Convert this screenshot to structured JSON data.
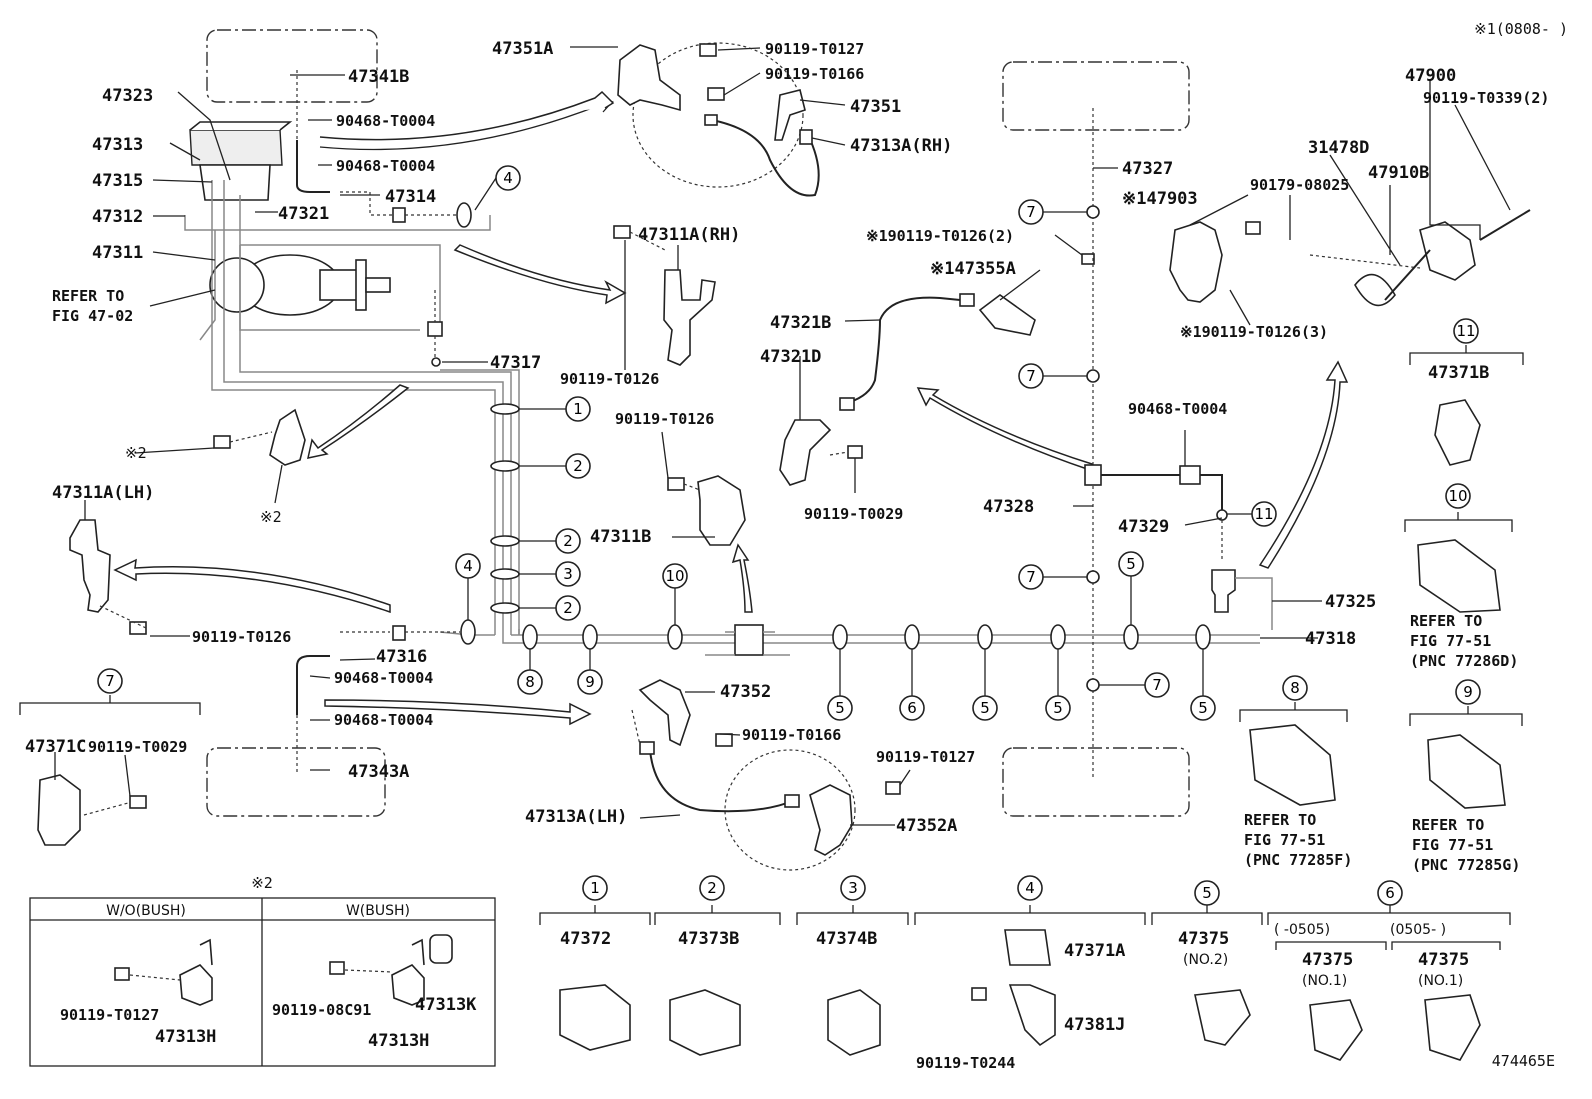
{
  "figure_code": "474465E",
  "note_top_right": "※1(0808-    )",
  "mark_2": "※2",
  "labels": {
    "p47341B": "47341B",
    "p47323": "47323",
    "p47313": "47313",
    "p47315": "47315",
    "p47312": "47312",
    "p47311": "47311",
    "refer_fig_4702_a": "REFER TO",
    "refer_fig_4702_b": "FIG 47-02",
    "p90468_a": "90468-T0004",
    "p90468_b": "90468-T0004",
    "p47321": "47321",
    "p47314": "47314",
    "p47351A": "47351A",
    "p90119_T0127_a": "90119-T0127",
    "p90119_T0166_a": "90119-T0166",
    "p47351": "47351",
    "p47313A_RH": "47313A(RH)",
    "p47311A_RH": "47311A(RH)",
    "p90119_T0126_a": "90119-T0126",
    "p47317": "47317",
    "mark2_bolt": "※2",
    "mark2_bracket": "※2",
    "p47311A_LH": "47311A(LH)",
    "p90119_T0126_b": "90119-T0126",
    "p90119_T0126_c": "90119-T0126",
    "p47311B": "47311B",
    "p47316": "47316",
    "p90468_c": "90468-T0004",
    "p90468_d": "90468-T0004",
    "p47343A": "47343A",
    "p47371C": "47371C",
    "p90119_T0029_a": "90119-T0029",
    "p47352": "47352",
    "p90119_T0166_b": "90119-T0166",
    "p90119_T0127_b": "90119-T0127",
    "p47313A_LH": "47313A(LH)",
    "p47352A": "47352A",
    "p47327": "47327",
    "p147903": "※147903",
    "p190119_T0126_2": "※190119-T0126(2)",
    "p147355A": "※147355A",
    "p47321B": "47321B",
    "p47321D": "47321D",
    "p90119_T0029_b": "90119-T0029",
    "p90468_e": "90468-T0004",
    "p47328": "47328",
    "p47329": "47329",
    "p47325": "47325",
    "p47318": "47318",
    "p47900": "47900",
    "p90119_T0339": "90119-T0339(2)",
    "p31478D": "31478D",
    "p47910B": "47910B",
    "p90179": "90179-08025",
    "p190119_T0126_3": "※190119-T0126(3)",
    "p47371B": "47371B",
    "refer_77286D_a": "REFER TO",
    "refer_77286D_b": "FIG 77-51",
    "refer_77286D_c": "(PNC 77286D)",
    "refer_77285F_a": "REFER TO",
    "refer_77285F_b": "FIG 77-51",
    "refer_77285F_c": "(PNC 77285F)",
    "refer_77285G_a": "REFER TO",
    "refer_77285G_b": "FIG 77-51",
    "refer_77285G_c": "(PNC 77285G)"
  },
  "legend": {
    "box_title": "※2",
    "wo_bush": "W/O(BUSH)",
    "w_bush": "W(BUSH)",
    "wo_bolt": "90119-T0127",
    "wo_part": "47313H",
    "w_bolt": "90119-08C91",
    "w_part": "47313H",
    "w_bush_part": "47313K"
  },
  "bottom_parts": {
    "c1": "47372",
    "c2": "47373B",
    "c3": "47374B",
    "c4a": "47371A",
    "c4b": "47381J",
    "c4bolt": "90119-T0244",
    "c5": "47375",
    "c5sub": "(NO.2)",
    "c6a_range": "(    -0505)",
    "c6b_range": "(0505-    )",
    "c6a": "47375",
    "c6a_sub": "(NO.1)",
    "c6b": "47375",
    "c6b_sub": "(NO.1)"
  },
  "callouts": [
    "1",
    "2",
    "3",
    "4",
    "5",
    "6",
    "7",
    "8",
    "9",
    "10",
    "11"
  ]
}
